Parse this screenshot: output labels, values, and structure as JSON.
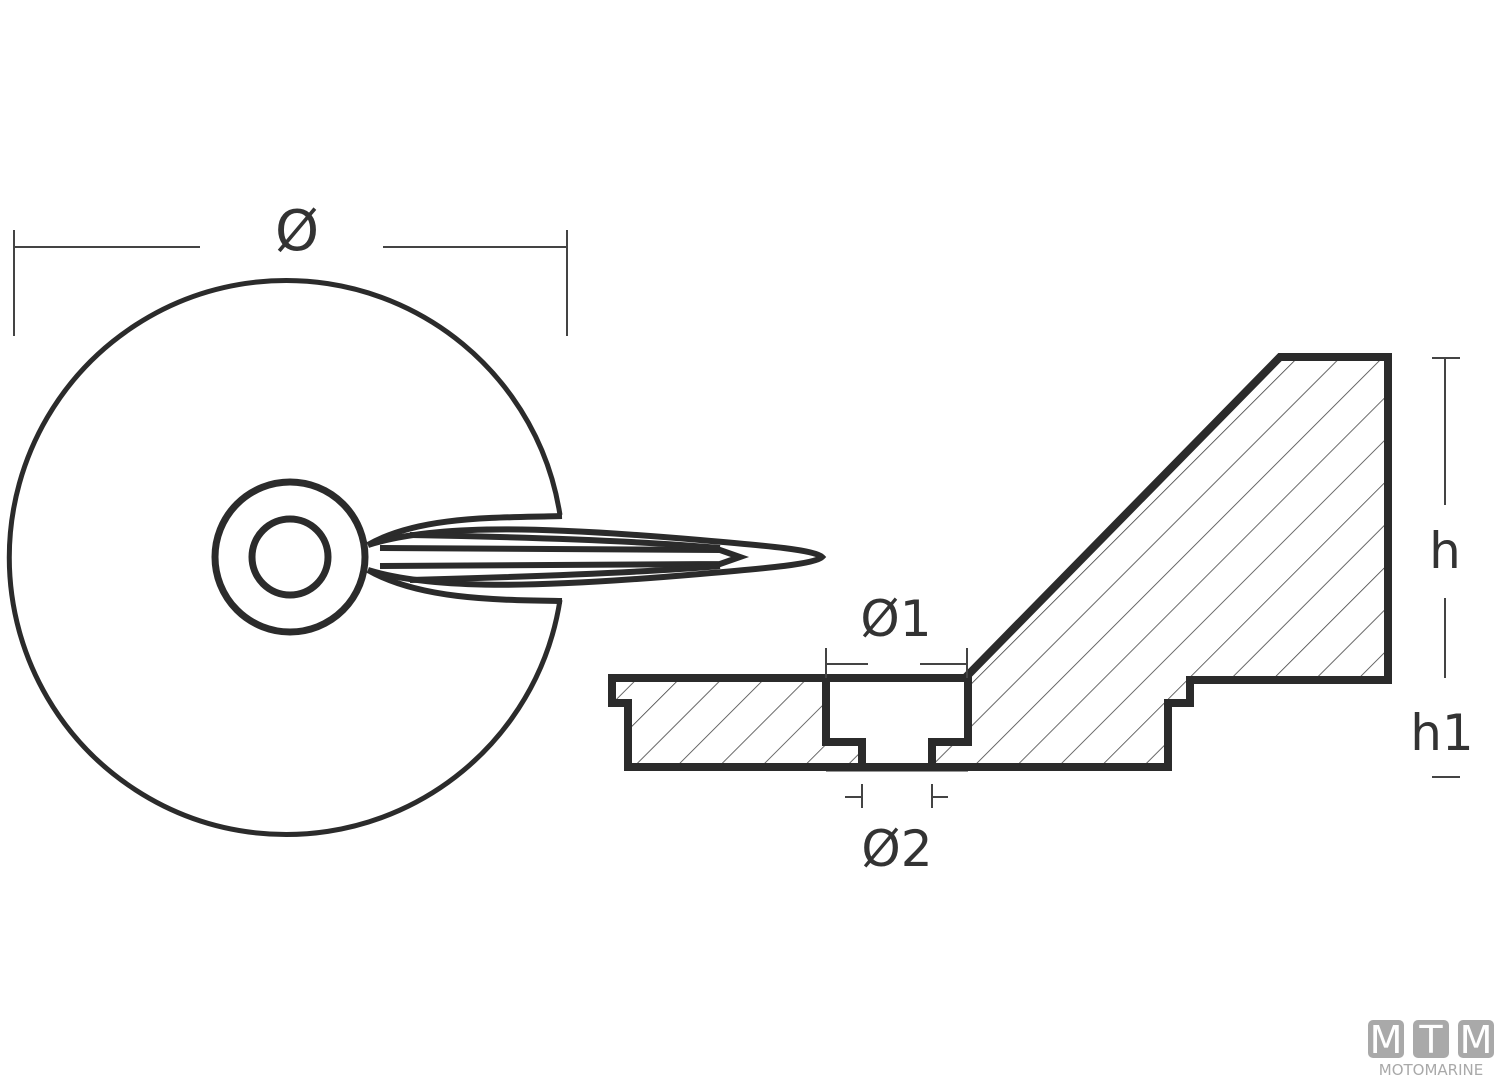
{
  "labels": {
    "diameter": "Ø",
    "diameter1": "Ø1",
    "diameter2": "Ø2",
    "height": "h",
    "height1": "h1"
  },
  "logo": {
    "letters": [
      "M",
      "T",
      "M"
    ],
    "subtitle": "MOTOMARINE"
  },
  "colors": {
    "stroke": "#2b2b2b",
    "logo": "#a9a9a9"
  }
}
